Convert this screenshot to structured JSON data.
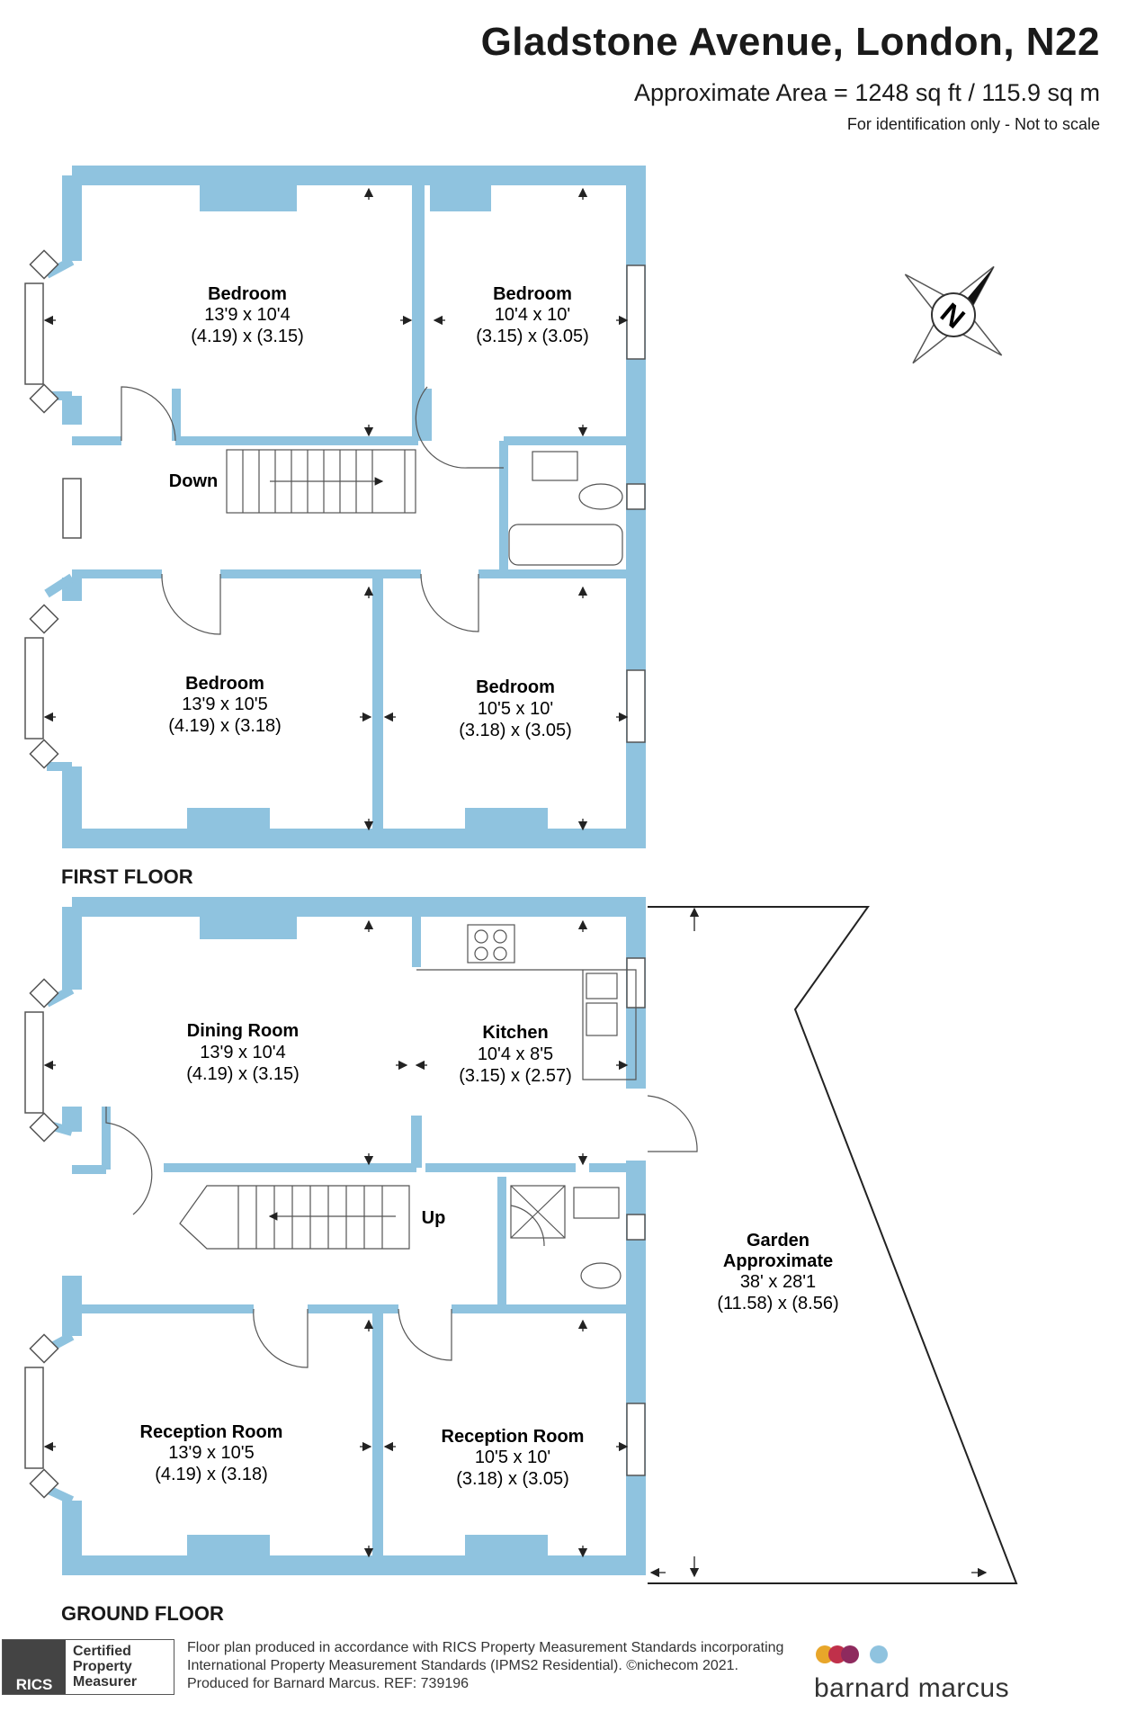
{
  "header": {
    "title": "Gladstone Avenue, London, N22",
    "area": "Approximate Area = 1248 sq ft / 115.9 sq m",
    "note": "For identification only - Not to scale"
  },
  "compass": {
    "label": "N",
    "icon": "north-compass-icon"
  },
  "colors": {
    "wall": "#8fc3df",
    "line": "#555555",
    "text": "#1a1a1a"
  },
  "first_floor": {
    "label": "FIRST FLOOR",
    "stair_label": "Down",
    "rooms": [
      {
        "name": "Bedroom",
        "imperial": "13'9 x 10'4",
        "metric": "(4.19) x (3.15)"
      },
      {
        "name": "Bedroom",
        "imperial": "10'4 x 10'",
        "metric": "(3.15) x (3.05)"
      },
      {
        "name": "Bedroom",
        "imperial": "13'9 x 10'5",
        "metric": "(4.19) x (3.18)"
      },
      {
        "name": "Bedroom",
        "imperial": "10'5 x 10'",
        "metric": "(3.18) x (3.05)"
      }
    ]
  },
  "ground_floor": {
    "label": "GROUND FLOOR",
    "stair_label": "Up",
    "rooms": [
      {
        "name": "Dining Room",
        "imperial": "13'9 x 10'4",
        "metric": "(4.19) x (3.15)"
      },
      {
        "name": "Kitchen",
        "imperial": "10'4 x 8'5",
        "metric": "(3.15) x (2.57)"
      },
      {
        "name": "Reception Room",
        "imperial": "13'9 x 10'5",
        "metric": "(4.19) x (3.18)"
      },
      {
        "name": "Reception Room",
        "imperial": "10'5 x 10'",
        "metric": "(3.18) x (3.05)"
      }
    ],
    "garden": {
      "name": "Garden",
      "name2": "Approximate",
      "imperial": "38' x 28'1",
      "metric": "(11.58) x (8.56)"
    }
  },
  "footer": {
    "badge_logo": "RICS",
    "badge_line1": "Certified",
    "badge_line2": "Property",
    "badge_line3": "Measurer",
    "line1": "Floor plan produced in accordance with RICS Property Measurement Standards incorporating",
    "line2": "International Property Measurement Standards (IPMS2 Residential).  ©nichecom 2021.",
    "line3": "Produced for Barnard Marcus.   REF:  739196",
    "brand": "barnard marcus",
    "brand_dot_colors": [
      "#e8a62a",
      "#c0304a",
      "#8e2a5e",
      "#8fc3df"
    ]
  }
}
